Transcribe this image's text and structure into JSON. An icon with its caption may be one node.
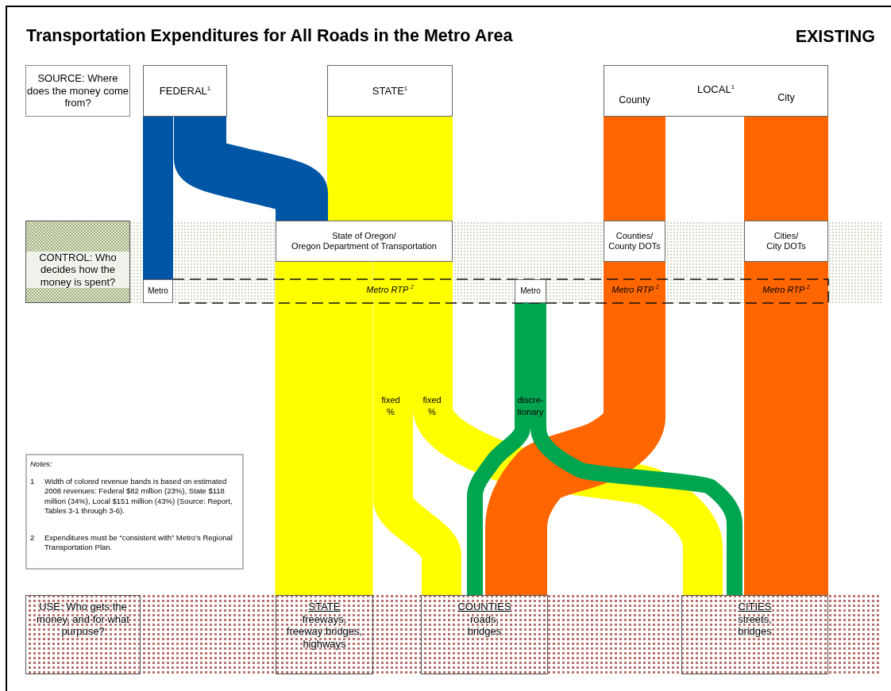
{
  "diagram": {
    "title": "Transportation Expenditures for All Roads in the Metro Area",
    "nodes": [
      {
        "text": [
          "SOURCE: Where does the money come from?"
        ]
      },
      {
        "text": [
          "FEDERAL$^{1}$"
        ]
      },
      {
        "text": [
          "STATE$^{1}$"
        ]
      },
      {
        "text": [
          "LOCAL$^{1}$"
        ]
      },
      {
        "text": [
          "County"
        ],
        "in": 3
      },
      {
        "text": [
          "City"
        ],
        "in": 3
      },
      {
        "text": [
          "CONTROL: Who decides how the money is spent?"
        ]
      },
      {
        "text": [
          "State of Oregon/ Oregon Department of Transportation"
        ]
      },
      {
        "text": [
          "Counties/ County DOTs"
        ]
      },
      {
        "text": [
          "Cities/ City DOTs"
        ]
      },
      {
        "text": [
          "Metro"
        ]
      },
      {
        "text": [
          "Metro"
        ]
      },
      {
        "text": [
          "USE: Who gets the money, and for what purpose?"
        ]
      },
      {
        "text": [
          "STATE",
          "freeways, freeway bridges, highways"
        ]
      },
      {
        "text": [
          "COUNTIES",
          "roads, bridges"
        ]
      },
      {
        "text": [
          "CITIES",
          "streets, bridges"
        ]
      }
    ],
    "edges": [
      {
        "from": 1,
        "to": 10,
        "arrow": "none",
        "color": "#0055a5"
      },
      {
        "from": 1,
        "to": 7,
        "arrow": "none",
        "color": "#0055a5"
      },
      {
        "from": 2,
        "to": 7,
        "arrow": "none",
        "style": "thick",
        "color": "#ffff00"
      },
      {
        "from": 4,
        "to": 8,
        "arrow": "none",
        "color": "#ff6600"
      },
      {
        "from": 5,
        "to": 9,
        "arrow": "none",
        "color": "#ff6600"
      },
      {
        "from": 7,
        "to": 13,
        "arrow": "none",
        "style": "thick",
        "color": "#ffff00"
      },
      {
        "from": 7,
        "to": 14,
        "label": "fixed %",
        "arrow": "none",
        "color": "#ffff00"
      },
      {
        "from": 7,
        "to": 15,
        "label": "fixed %",
        "arrow": "none",
        "color": "#ffff00"
      },
      {
        "from": 11,
        "to": 14,
        "label": "discre- tionary",
        "arrow": "none",
        "color": "#00a550"
      },
      {
        "from": 11,
        "to": 15,
        "arrow": "none",
        "color": "#00a550"
      },
      {
        "from": 8,
        "to": 14,
        "arrow": "none",
        "color": "#ff6600"
      },
      {
        "from": 9,
        "to": 15,
        "arrow": "none",
        "color": "#ff6600"
      }
    ],
    "labels": [
      "EXISTING",
      "Metro RTP $^{2}$",
      "Metro RTP $^{2}$",
      "Metro RTP $^{2}$",
      "Notes:",
      "1",
      "Width of colored revenue bands is based on estimated 2008 revenues: Federal $82 million (23%), State $118 million (34%), Local $151 million (43%) (Source: Report, Tables 3-1 through 3-6).",
      "2",
      "Expenditures must be “consistent with” Metro’s Regional Transportation Plan."
    ]
  }
}
